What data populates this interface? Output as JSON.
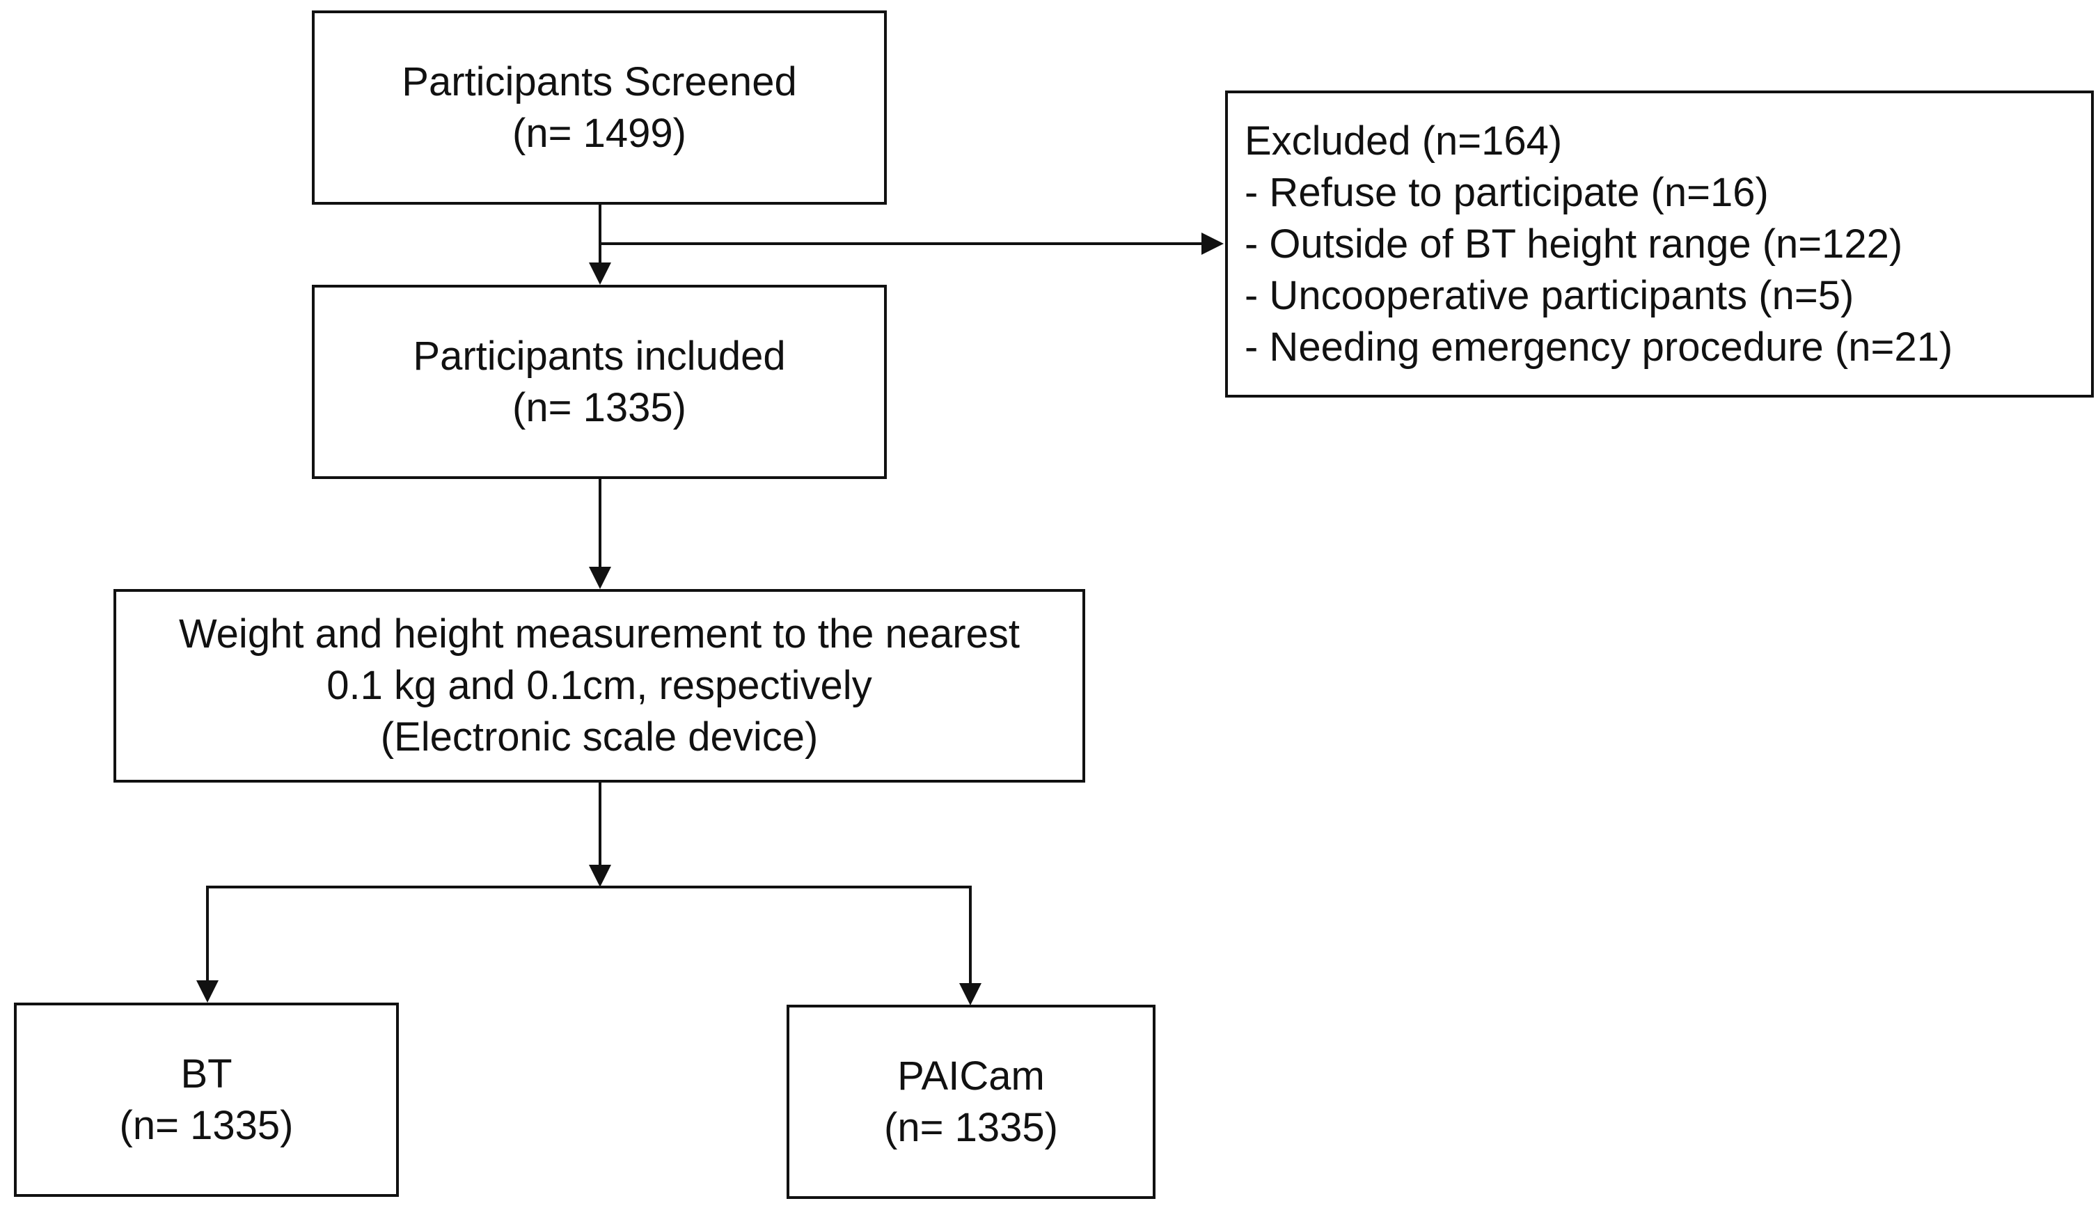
{
  "screened": {
    "label": "Participants Screened",
    "count": "(n= 1499)"
  },
  "excluded": {
    "title": "Excluded (n=164)",
    "reasons": [
      "- Refuse to participate (n=16)",
      "- Outside of BT height range (n=122)",
      "- Uncooperative participants (n=5)",
      "- Needing emergency procedure (n=21)"
    ]
  },
  "included": {
    "label": "Participants included",
    "count": "(n= 1335)"
  },
  "measurement": {
    "line1": "Weight and height measurement to the nearest",
    "line2": "0.1 kg and 0.1cm, respectively",
    "line3": "(Electronic scale device)"
  },
  "bt": {
    "label": "BT",
    "count": "(n= 1335)"
  },
  "paicam": {
    "label": "PAICam",
    "count": "(n= 1335)"
  }
}
